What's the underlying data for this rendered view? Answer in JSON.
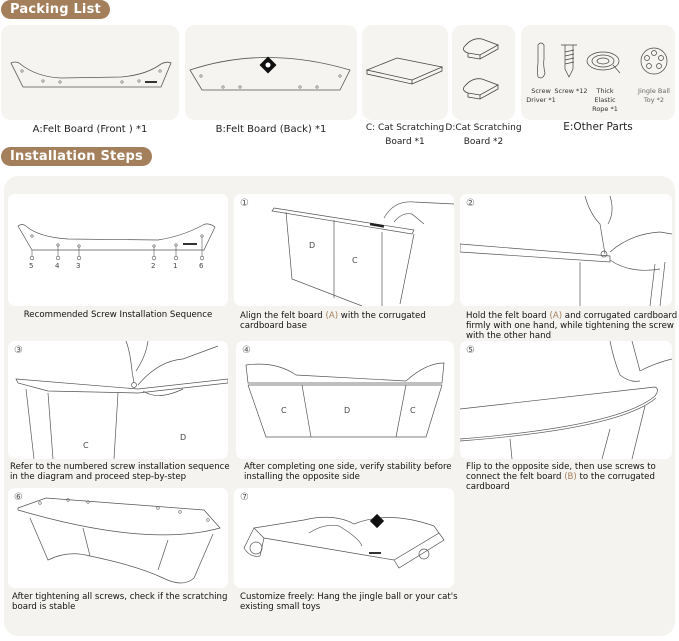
{
  "packing_list": {
    "title": "Packing List",
    "items": [
      {
        "id": "A",
        "label": "A:Felt Board (Front ) *1"
      },
      {
        "id": "B",
        "label": "B:Felt Board (Back) *1"
      },
      {
        "id": "C",
        "label_line1": "C: Cat Scratching",
        "label_line2": "Board *1"
      },
      {
        "id": "D",
        "label_line1": "D:Cat Scratching",
        "label_line2": "Board *2"
      },
      {
        "id": "E",
        "label": "E:Other Parts",
        "parts": [
          {
            "name": "screwdriver",
            "line1": "Screw",
            "line2": "Driver *1"
          },
          {
            "name": "screw",
            "line1": "Screw *12",
            "line2": ""
          },
          {
            "name": "elastic-rope",
            "line1": "Thick Elastic",
            "line2": "Rope *1"
          },
          {
            "name": "jingle-ball",
            "line1": "Jingle Ball",
            "line2": "Toy *2"
          }
        ]
      }
    ]
  },
  "installation": {
    "title": "Installation Steps",
    "sequence_card": {
      "caption": "Recommended Screw Installation Sequence",
      "screw_numbers": [
        "5",
        "4",
        "3",
        "2",
        "1",
        "6"
      ]
    },
    "steps": [
      {
        "num": "①",
        "pre": "Align the felt board ",
        "hl": "(A)",
        "post": " with the corrugated cardboard base",
        "labels": [
          "D",
          "C"
        ]
      },
      {
        "num": "②",
        "pre": "Hold the felt board ",
        "hl": "(A)",
        "post": " and corrugated cardboard firmly with one hand, while tightening the screw with the other hand"
      },
      {
        "num": "③",
        "pre": "Refer to the numbered screw installation sequence in the diagram and proceed step-by-step",
        "hl": "",
        "post": "",
        "labels": [
          "C",
          "D"
        ]
      },
      {
        "num": "④",
        "pre": "After completing one side, verify stability before installing the opposite side",
        "hl": "",
        "post": "",
        "labels": [
          "C",
          "D",
          "C"
        ]
      },
      {
        "num": "⑤",
        "pre": "Flip to the opposite side, then use screws to connect the felt board ",
        "hl": "(B)",
        "post": " to the corrugated cardboard"
      },
      {
        "num": "⑥",
        "pre": "After tightening all screws, check if the scratching board is stable",
        "hl": "",
        "post": ""
      },
      {
        "num": "⑦",
        "pre": "Customize freely: Hang the jingle ball or your cat's existing small toys",
        "hl": "",
        "post": ""
      }
    ]
  },
  "colors": {
    "accent": "#a47f5c",
    "card_bg": "#f6f4f1",
    "panel_bg": "#f5f3f0"
  }
}
